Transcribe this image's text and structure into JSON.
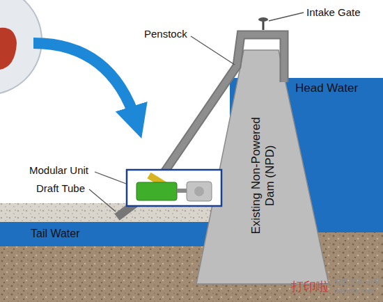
{
  "diagram": {
    "nodes": [
      {
        "text": [
          "Head Water"
        ]
      },
      {
        "text": [
          "Tail Water"
        ]
      },
      {
        "text": [
          "Existing Non-Powered Dam (NPD)"
        ]
      }
    ],
    "labels": [
      "Intake Gate",
      "Penstock",
      "Modular Unit",
      "Draft Tube",
      "打印啦",
      "模型 打印 分享",
      "dayinla.com"
    ]
  }
}
